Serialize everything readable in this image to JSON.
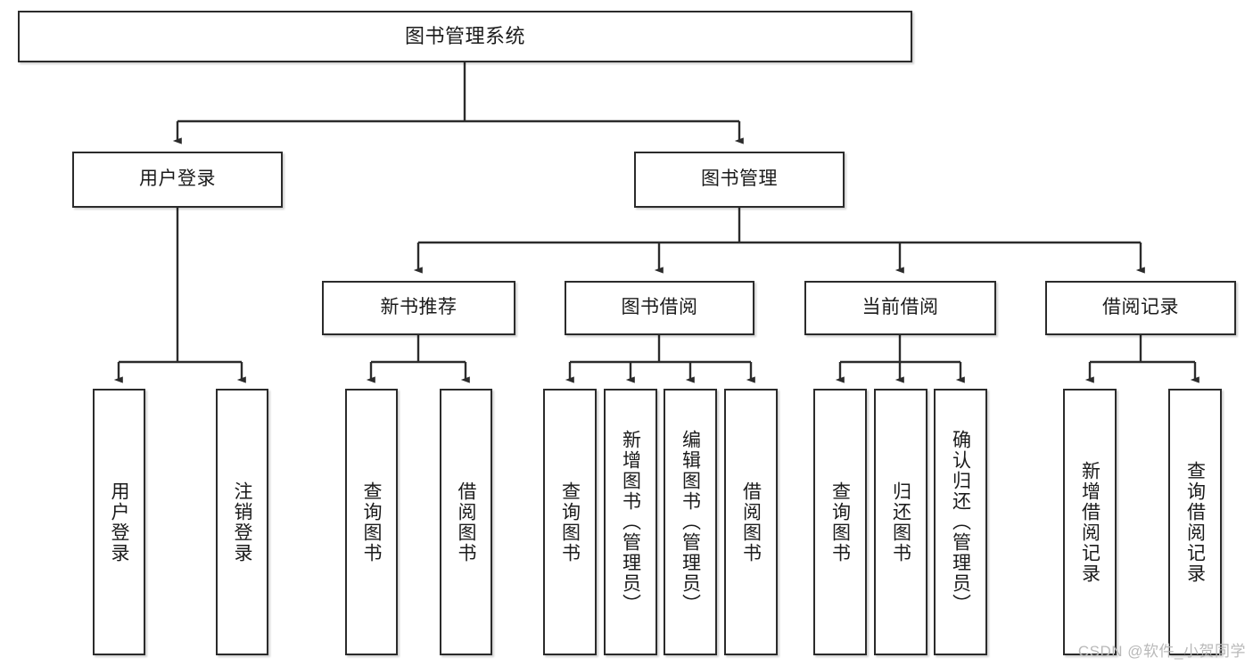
{
  "diagram": {
    "title": "图书管理系统",
    "type": "tree-hierarchy",
    "watermark": "CSDN @软件_小贺同学",
    "colors": {
      "box_border": "#2b2b2b",
      "box_fill": "#ffffff",
      "edge": "#1b1b1b",
      "text": "#1b1b1b",
      "watermark": "#b9b9b9"
    },
    "root": {
      "label": "图书管理系统"
    },
    "level2": [
      {
        "id": "user-login",
        "label": "用户登录"
      },
      {
        "id": "book-manage",
        "label": "图书管理"
      }
    ],
    "level3": [
      {
        "id": "new-book-rec",
        "label": "新书推荐"
      },
      {
        "id": "book-borrow",
        "label": "图书借阅"
      },
      {
        "id": "current-borrow",
        "label": "当前借阅"
      },
      {
        "id": "borrow-record",
        "label": "借阅记录"
      }
    ],
    "leaves": {
      "user_login": [
        {
          "id": "leaf-user-login",
          "label": "用户登录"
        },
        {
          "id": "leaf-logout",
          "label": "注销登录"
        }
      ],
      "new_book_rec": [
        {
          "id": "leaf-query-book-1",
          "label": "查询图书"
        },
        {
          "id": "leaf-borrow-book-1",
          "label": "借阅图书"
        }
      ],
      "book_borrow": [
        {
          "id": "leaf-query-book-2",
          "label": "查询图书"
        },
        {
          "id": "leaf-add-book",
          "label": "新增图书（管理员）"
        },
        {
          "id": "leaf-edit-book",
          "label": "编辑图书（管理员）"
        },
        {
          "id": "leaf-borrow-book-2",
          "label": "借阅图书"
        }
      ],
      "current_borrow": [
        {
          "id": "leaf-query-book-3",
          "label": "查询图书"
        },
        {
          "id": "leaf-return-book",
          "label": "归还图书"
        },
        {
          "id": "leaf-confirm-return",
          "label": "确认归还（管理员）"
        }
      ],
      "borrow_record": [
        {
          "id": "leaf-add-record",
          "label": "新增借阅记录"
        },
        {
          "id": "leaf-query-record",
          "label": "查询借阅记录"
        }
      ]
    }
  }
}
